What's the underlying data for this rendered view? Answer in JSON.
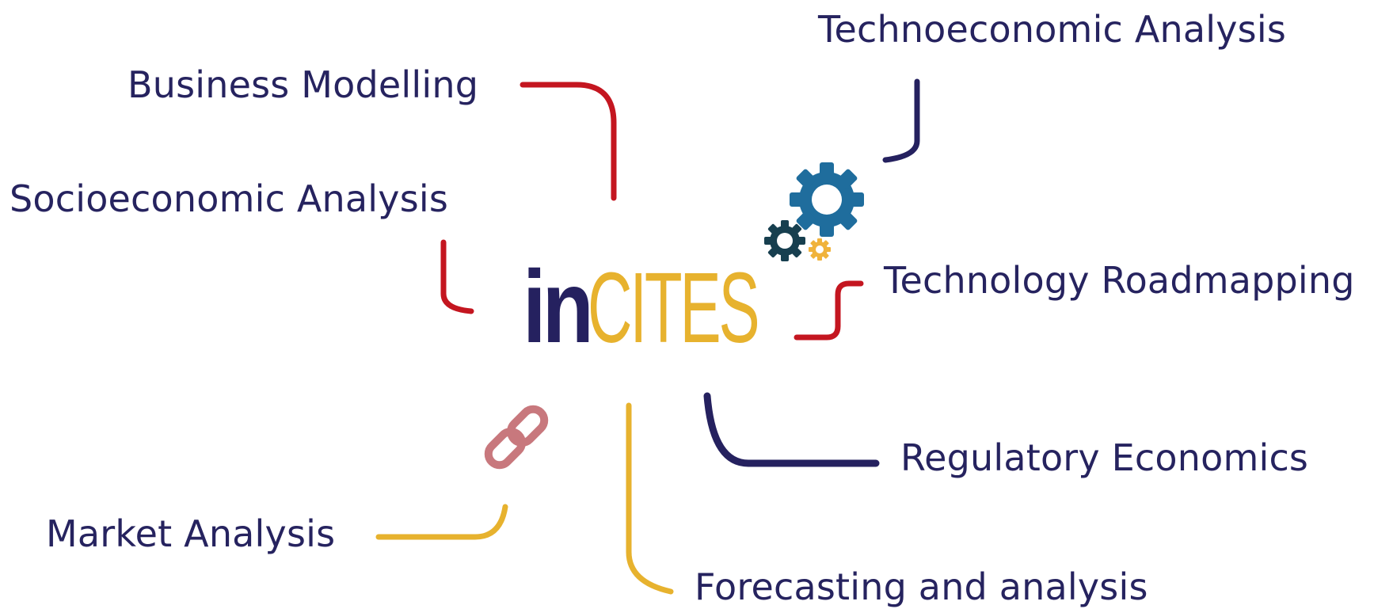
{
  "logo": {
    "prefix": "in",
    "suffix": "CITES"
  },
  "labels": {
    "business_modelling": "Business Modelling",
    "technoeconomic_analysis": "Technoeconomic Analysis",
    "socioeconomic_analysis": "Socioeconomic Analysis",
    "technology_roadmapping": "Technology Roadmapping",
    "regulatory_economics": "Regulatory Economics",
    "market_analysis": "Market Analysis",
    "forecasting_and_analysis": "Forecasting and analysis"
  },
  "colors": {
    "label_text": "#26235f",
    "logo_in": "#25215f",
    "logo_cites": "#e7b22e",
    "connector_red": "#c41620",
    "connector_navy": "#25215f",
    "connector_gold": "#e7b22e",
    "gear_large": "#1f6d9d",
    "gear_medium": "#173f4f",
    "gear_small": "#f0b33b",
    "link_icon": "#c8787d"
  },
  "icons": {
    "gears": "gears-icon",
    "link": "link-icon"
  }
}
